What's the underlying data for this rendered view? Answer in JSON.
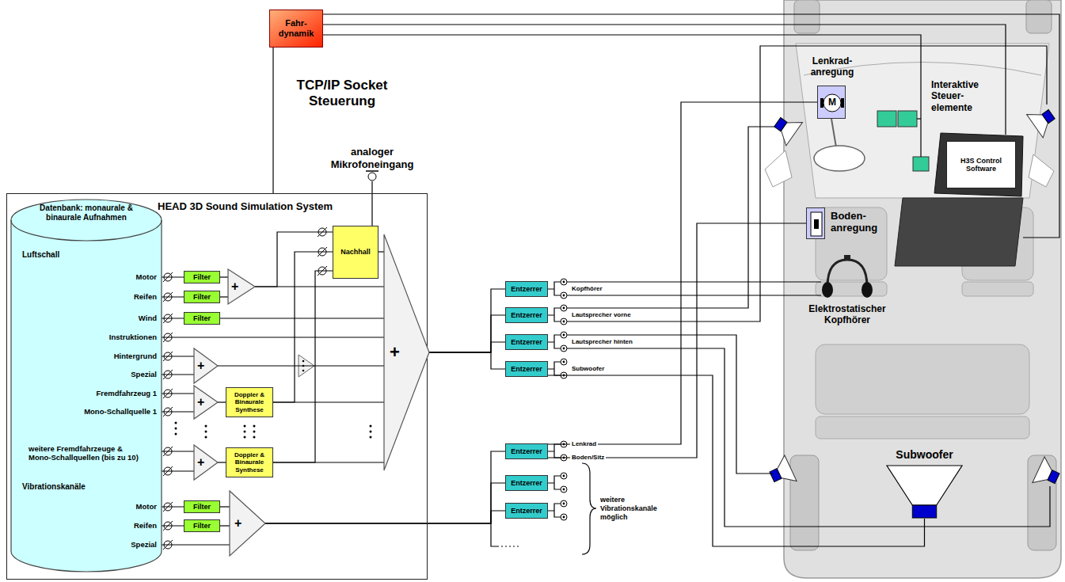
{
  "diagram": {
    "nodes": [
      {
        "text": [
          "Fahr- dynamik"
        ]
      },
      {
        "text": [
          "HEAD 3D Sound Simulation System"
        ]
      },
      {
        "text": [
          "Datenbank: monaurale & binaurale Aufnahmen"
        ],
        "in": 1
      },
      {
        "text": [
          "Filter"
        ],
        "in": 1
      },
      {
        "text": [
          "Filter"
        ],
        "in": 1
      },
      {
        "text": [
          "Filter"
        ],
        "in": 1
      },
      {
        "text": [
          "+"
        ],
        "in": 1
      },
      {
        "text": [
          "Nachhall"
        ],
        "in": 1
      },
      {
        "text": [
          "+"
        ],
        "in": 1
      },
      {
        "text": [
          "+"
        ],
        "in": 1
      },
      {
        "text": [
          "Doppler & Binaurale Synthese"
        ],
        "in": 1
      },
      {
        "text": [
          "+"
        ],
        "in": 1
      },
      {
        "text": [
          "Doppler & Binaurale Synthese"
        ],
        "in": 1
      },
      {
        "text": [
          "Filter"
        ],
        "in": 1
      },
      {
        "text": [
          "Filter"
        ],
        "in": 1
      },
      {
        "text": [
          "+"
        ],
        "in": 1
      },
      {
        "text": [
          "+"
        ],
        "in": 1
      },
      {
        "text": [
          "Entzerrer"
        ]
      },
      {
        "text": [
          "Entzerrer"
        ]
      },
      {
        "text": [
          "Entzerrer"
        ]
      },
      {
        "text": [
          "Entzerrer"
        ]
      },
      {
        "text": [
          "Entzerrer"
        ]
      },
      {
        "text": [
          "Entzerrer"
        ]
      },
      {
        "text": [
          "Entzerrer"
        ]
      },
      {
        "text": [
          "Lenkrad- anregung",
          "M"
        ]
      },
      {
        "text": [
          "Boden- anregung"
        ]
      },
      {
        "text": [
          "H3S Control Software"
        ]
      },
      {
        "text": [
          "Subwoofer"
        ]
      }
    ],
    "edges": [
      {
        "from": 0,
        "to": 1,
        "arrow": "none"
      },
      {
        "from": 3,
        "to": 6,
        "arrow": "none"
      },
      {
        "from": 4,
        "to": 6,
        "arrow": "none"
      },
      {
        "from": 6,
        "to": 16,
        "arrow": "none"
      },
      {
        "from": 6,
        "to": 7,
        "arrow": "none"
      },
      {
        "from": 5,
        "to": 16,
        "arrow": "none"
      },
      {
        "from": 7,
        "to": 16,
        "arrow": "none"
      },
      {
        "from": 8,
        "to": 16,
        "arrow": "none"
      },
      {
        "from": 9,
        "to": 10,
        "arrow": "none"
      },
      {
        "from": 10,
        "to": 16,
        "arrow": "none"
      },
      {
        "from": 10,
        "to": 7,
        "arrow": "none"
      },
      {
        "from": 11,
        "to": 12,
        "arrow": "none"
      },
      {
        "from": 12,
        "to": 16,
        "arrow": "none"
      },
      {
        "from": 12,
        "to": 7,
        "arrow": "none"
      },
      {
        "from": 13,
        "to": 15,
        "arrow": "none"
      },
      {
        "from": 14,
        "to": 15,
        "arrow": "none"
      },
      {
        "from": 16,
        "to": 17,
        "arrow": "none"
      },
      {
        "from": 16,
        "to": 18,
        "arrow": "none"
      },
      {
        "from": 16,
        "to": 19,
        "arrow": "none"
      },
      {
        "from": 16,
        "to": 20,
        "arrow": "none"
      },
      {
        "from": 15,
        "to": 21,
        "arrow": "none"
      },
      {
        "from": 15,
        "to": 22,
        "arrow": "none"
      },
      {
        "from": 15,
        "to": 23,
        "arrow": "none"
      },
      {
        "from": 21,
        "to": 24,
        "arrow": "none"
      },
      {
        "from": 21,
        "to": 25,
        "arrow": "none"
      },
      {
        "from": 20,
        "to": 27,
        "arrow": "none"
      }
    ],
    "labels": [
      "TCP/IP Socket Steuerung",
      "analoger Mikrofoneingang",
      "Luftschall",
      "Motor",
      "Reifen",
      "Wind",
      "Instruktionen",
      "Hintergrund",
      "Spezial",
      "Fremdfahrzeug 1",
      "Mono-Schallquelle 1",
      "weitere Fremdfahrzeuge & Mono-Schallquellen (bis zu 10)",
      "Vibrationskanäle",
      "Motor",
      "Reifen",
      "Spezial",
      "Kopfhörer",
      "Lautsprecher vorne",
      "Lautsprecher hinten",
      "Subwoofer",
      "Lenkrad",
      "Boden/Sitz",
      "weitere Vibrationskanäle möglich",
      "Interaktive Steuer- elemente",
      "Elektrostatischer Kopfhörer"
    ]
  }
}
